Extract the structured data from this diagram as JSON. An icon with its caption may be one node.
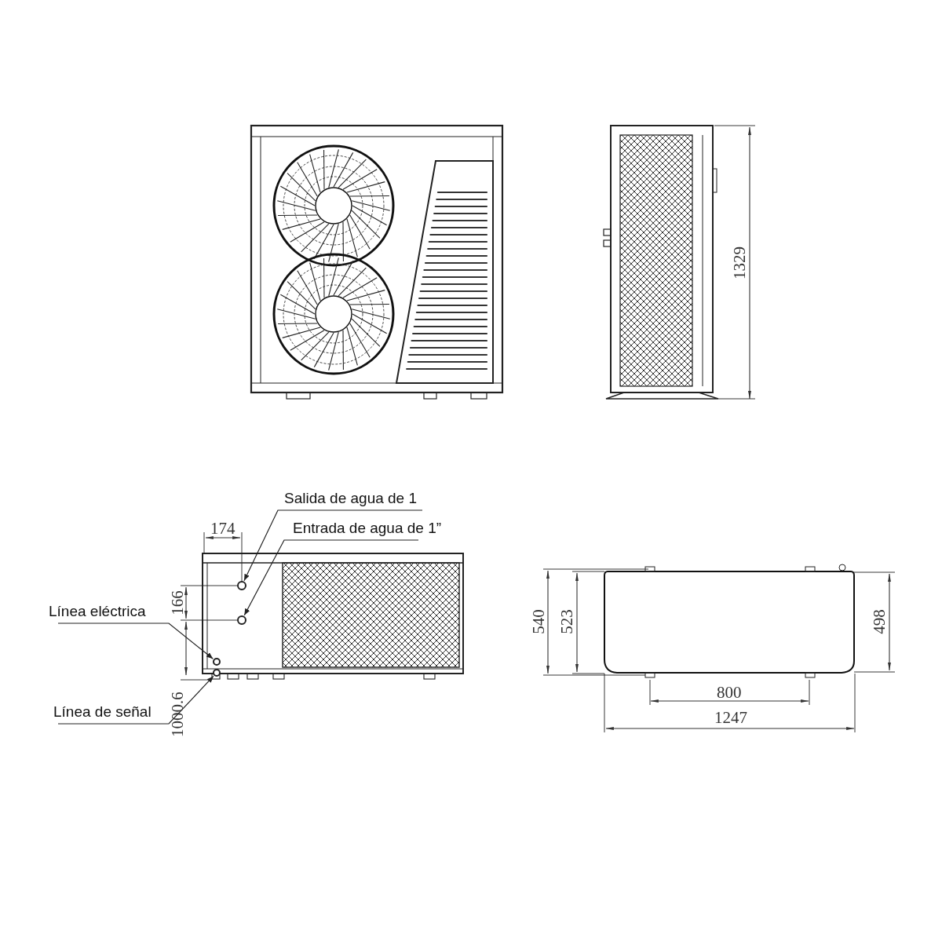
{
  "diagram": {
    "nodes": [
      {
        "text": [
          "Salida de agua de 1"
        ]
      },
      {
        "text": [],
        "shape": "circle"
      },
      {
        "text": [
          "Entrada de agua de 1”"
        ]
      },
      {
        "text": [],
        "shape": "circle"
      },
      {
        "text": [
          "Línea eléctrica"
        ]
      },
      {
        "text": [],
        "shape": "circle"
      },
      {
        "text": [
          "Línea de señal"
        ]
      },
      {
        "text": [],
        "shape": "circle"
      }
    ],
    "edges": [
      {
        "from": 0,
        "to": 1,
        "arrow": "to"
      },
      {
        "from": 2,
        "to": 3,
        "arrow": "to"
      },
      {
        "from": 4,
        "to": 5,
        "arrow": "to"
      },
      {
        "from": 6,
        "to": 7,
        "arrow": "to"
      }
    ],
    "labels": [
      "1329",
      "174",
      "166",
      "1000.6",
      "540",
      "523",
      "498",
      "800",
      "1247"
    ]
  }
}
